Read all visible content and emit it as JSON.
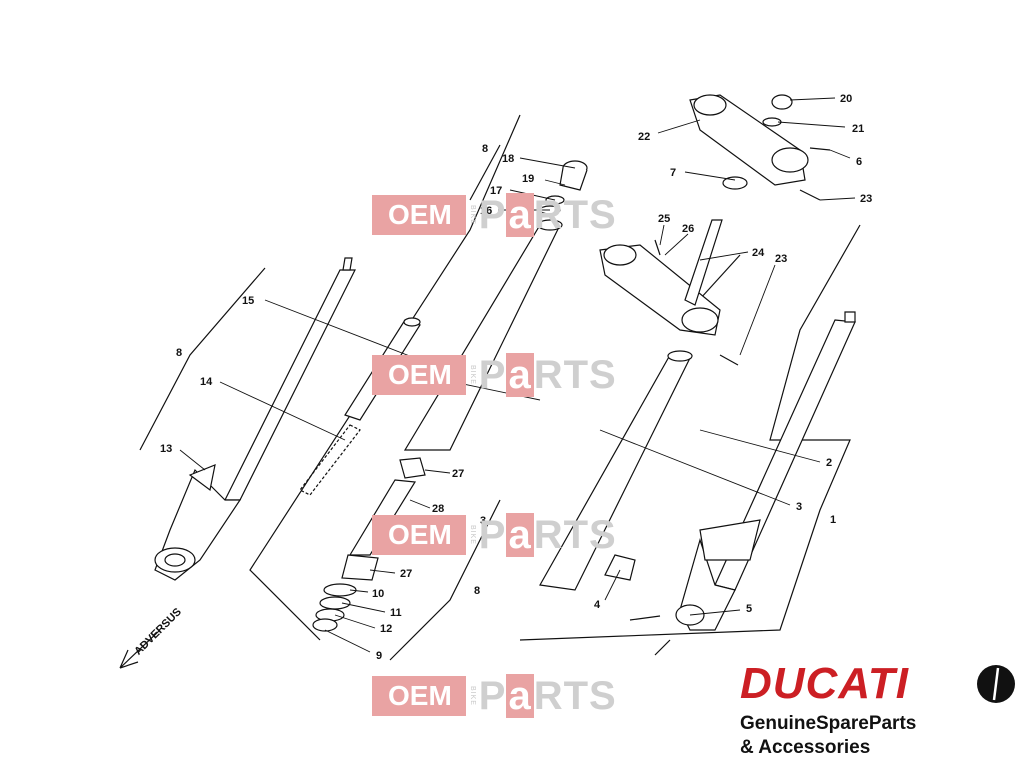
{
  "watermark": {
    "oem": "OEM",
    "bike": "BIKE",
    "parts_p": "P",
    "parts_a": "a",
    "parts_rest": "RTS"
  },
  "brand": {
    "name": "DUCATI",
    "tagline_1": "GenuineSpareParts",
    "tagline_2": "& Accessories",
    "accent": "#cc1f24"
  },
  "diagram": {
    "direction_label": "ADVERSUS",
    "callouts": [
      "20",
      "21",
      "22",
      "6",
      "7",
      "23",
      "25",
      "26",
      "24",
      "23",
      "18",
      "19",
      "17",
      "16",
      "8",
      "15",
      "8",
      "14",
      "13",
      "27",
      "28",
      "3",
      "27",
      "10",
      "11",
      "12",
      "9",
      "8",
      "2",
      "3",
      "1",
      "5",
      "4"
    ]
  }
}
